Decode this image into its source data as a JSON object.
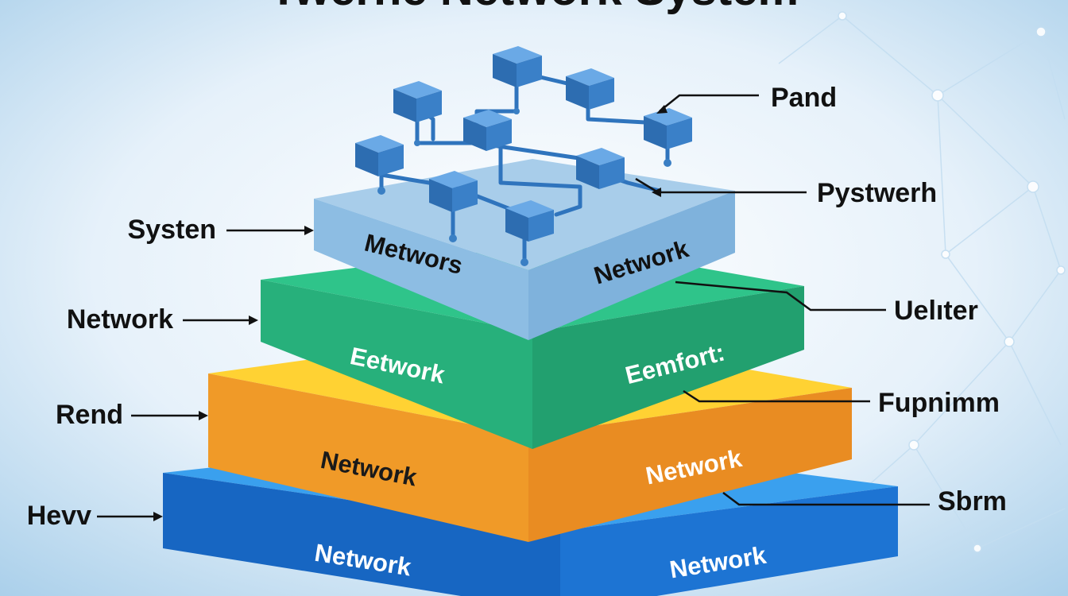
{
  "title": "Twerhe Network System",
  "colors": {
    "background": "#e9f3fb",
    "mesh": "#bcd9ee",
    "layer_top": "#9fc6e6",
    "layer_green": "#2bb37e",
    "layer_orange": "#f0a22e",
    "layer_blue": "#1f7fd6",
    "node": "#3a7fc4"
  },
  "layers": [
    {
      "id": "top",
      "left_text": "Metwors",
      "right_text": "Network"
    },
    {
      "id": "green",
      "left_text": "Eetwork",
      "right_text": "Eemfort:"
    },
    {
      "id": "orange",
      "left_text": "Network",
      "right_text": "Network"
    },
    {
      "id": "blue",
      "left_text": "Network",
      "right_text": "Network"
    }
  ],
  "labels_left": [
    "Systen",
    "Network",
    "Rend",
    "Hevv"
  ],
  "labels_right": [
    "Pand",
    "Pystwerh",
    "Uelıter",
    "Fupnimm",
    "Sbrm"
  ]
}
